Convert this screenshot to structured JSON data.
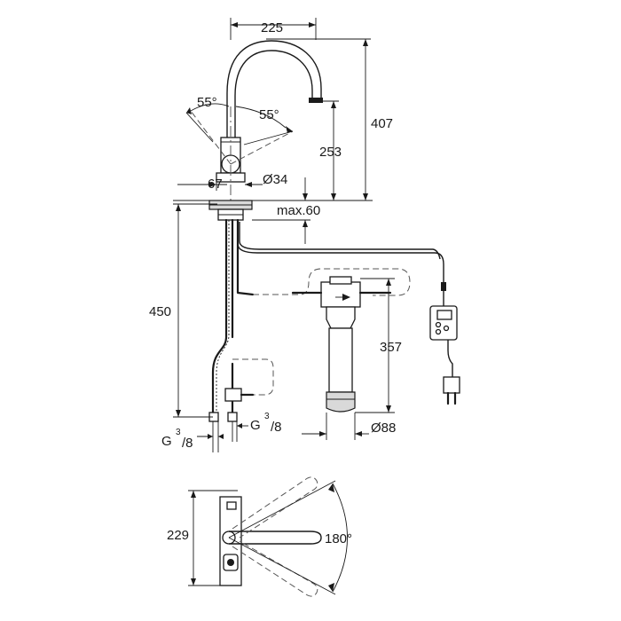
{
  "dimensions": {
    "spout_reach": "225",
    "angle_left": "55°",
    "angle_right": "55°",
    "total_height": "407",
    "outlet_height": "253",
    "body_offset": "67",
    "body_diameter": "Ø34",
    "max_deck": "max.60",
    "hose_length": "450",
    "filter_height": "357",
    "filter_diameter": "Ø88",
    "thread_left_main": "G",
    "thread_left_sup": "3",
    "thread_left_sub": "/8",
    "thread_right_main": "G",
    "thread_right_sup": "3",
    "thread_right_sub": "/8",
    "top_view_depth": "229",
    "swivel_angle": "180°"
  }
}
